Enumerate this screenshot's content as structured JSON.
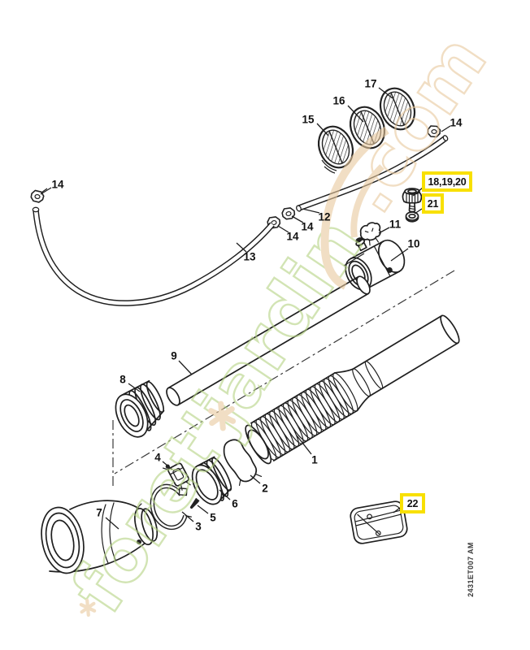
{
  "page": {
    "background": "#ffffff"
  },
  "colors": {
    "highlight": "#f8e000",
    "line": "#1f1f1f",
    "wm-green": "#b5d383",
    "wm-tan": "#e8c99d",
    "label": "#111111"
  },
  "drawing_code": "2431ET007 AM",
  "watermark": {
    "text_main": "foret'jardin",
    "text_suffix": ".com"
  },
  "part_labels": [
    {
      "text": "17"
    },
    {
      "text": "16"
    },
    {
      "text": "15"
    },
    {
      "text": "14"
    },
    {
      "text": "14"
    },
    {
      "text": "13"
    },
    {
      "text": "12"
    },
    {
      "text": "14"
    },
    {
      "text": "14"
    },
    {
      "text": "11"
    },
    {
      "text": "10"
    },
    {
      "text": "9"
    },
    {
      "text": "8"
    },
    {
      "text": "1"
    },
    {
      "text": "2"
    },
    {
      "text": "6"
    },
    {
      "text": "5"
    },
    {
      "text": "3"
    },
    {
      "text": "4"
    },
    {
      "text": "7"
    }
  ],
  "highlighted_labels": [
    {
      "text": "18,19,20"
    },
    {
      "text": "21"
    },
    {
      "text": "22"
    }
  ]
}
